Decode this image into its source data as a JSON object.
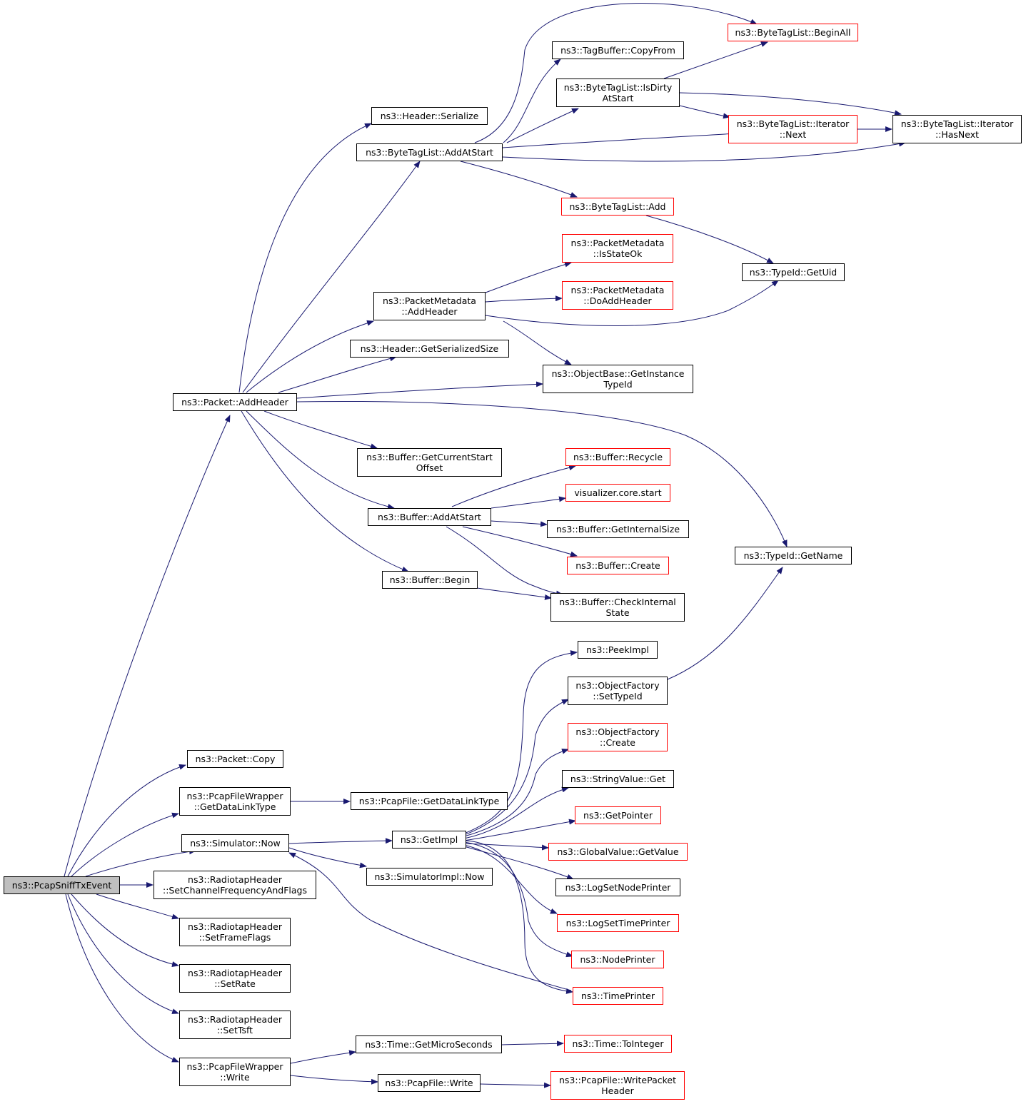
{
  "colors": {
    "edge": "#191970",
    "node_border": "#000000",
    "truncated_border": "#ff0000",
    "root_fill": "#bfbfbf"
  },
  "nodes": {
    "pcap_sniff_tx_event": {
      "lines": [
        "ns3::PcapSniffTxEvent"
      ],
      "style": "root"
    },
    "packet_add_header": {
      "lines": [
        "ns3::Packet::AddHeader"
      ],
      "style": "normal"
    },
    "packet_copy": {
      "lines": [
        "ns3::Packet::Copy"
      ],
      "style": "normal"
    },
    "pcapfilewrapper_getdatalinktype": {
      "lines": [
        "ns3::PcapFileWrapper",
        "::GetDataLinkType"
      ],
      "style": "normal"
    },
    "simulator_now": {
      "lines": [
        "ns3::Simulator::Now"
      ],
      "style": "normal"
    },
    "radiotap_setchannel": {
      "lines": [
        "ns3::RadiotapHeader",
        "::SetChannelFrequencyAndFlags"
      ],
      "style": "normal"
    },
    "radiotap_setframeflags": {
      "lines": [
        "ns3::RadiotapHeader",
        "::SetFrameFlags"
      ],
      "style": "normal"
    },
    "radiotap_setrate": {
      "lines": [
        "ns3::RadiotapHeader",
        "::SetRate"
      ],
      "style": "normal"
    },
    "radiotap_settsft": {
      "lines": [
        "ns3::RadiotapHeader",
        "::SetTsft"
      ],
      "style": "normal"
    },
    "pcapfilewrapper_write": {
      "lines": [
        "ns3::PcapFileWrapper",
        "::Write"
      ],
      "style": "normal"
    },
    "header_serialize": {
      "lines": [
        "ns3::Header::Serialize"
      ],
      "style": "normal"
    },
    "bytetaglist_addatstart": {
      "lines": [
        "ns3::ByteTagList::AddAtStart"
      ],
      "style": "normal"
    },
    "packetmetadata_addheader": {
      "lines": [
        "ns3::PacketMetadata",
        "::AddHeader"
      ],
      "style": "normal"
    },
    "header_getserializedsize": {
      "lines": [
        "ns3::Header::GetSerializedSize"
      ],
      "style": "normal"
    },
    "buffer_getcurrentstartoffset": {
      "lines": [
        "ns3::Buffer::GetCurrentStart",
        "Offset"
      ],
      "style": "normal"
    },
    "buffer_addatstart": {
      "lines": [
        "ns3::Buffer::AddAtStart"
      ],
      "style": "normal"
    },
    "buffer_begin": {
      "lines": [
        "ns3::Buffer::Begin"
      ],
      "style": "normal"
    },
    "pcapfile_getdatalinktype": {
      "lines": [
        "ns3::PcapFile::GetDataLinkType"
      ],
      "style": "normal"
    },
    "getimpl": {
      "lines": [
        "ns3::GetImpl"
      ],
      "style": "normal"
    },
    "simulatorimpl_now": {
      "lines": [
        "ns3::SimulatorImpl::Now"
      ],
      "style": "normal"
    },
    "time_getmicroseconds": {
      "lines": [
        "ns3::Time::GetMicroSeconds"
      ],
      "style": "normal"
    },
    "pcapfile_write": {
      "lines": [
        "ns3::PcapFile::Write"
      ],
      "style": "normal"
    },
    "tagbuffer_copyfrom": {
      "lines": [
        "ns3::TagBuffer::CopyFrom"
      ],
      "style": "normal"
    },
    "bytetaglist_isdirtyatstart": {
      "lines": [
        "ns3::ByteTagList::IsDirty",
        "AtStart"
      ],
      "style": "normal"
    },
    "bytetaglist_add": {
      "lines": [
        "ns3::ByteTagList::Add"
      ],
      "style": "truncated"
    },
    "packetmetadata_isstateok": {
      "lines": [
        "ns3::PacketMetadata",
        "::IsStateOk"
      ],
      "style": "truncated"
    },
    "packetmetadata_doaddheader": {
      "lines": [
        "ns3::PacketMetadata",
        "::DoAddHeader"
      ],
      "style": "truncated"
    },
    "objectbase_getinstancetypeid": {
      "lines": [
        "ns3::ObjectBase::GetInstance",
        "TypeId"
      ],
      "style": "normal"
    },
    "buffer_recycle": {
      "lines": [
        "ns3::Buffer::Recycle"
      ],
      "style": "truncated"
    },
    "visualizer_core_start": {
      "lines": [
        "visualizer.core.start"
      ],
      "style": "truncated"
    },
    "buffer_getinternalsize": {
      "lines": [
        "ns3::Buffer::GetInternalSize"
      ],
      "style": "normal"
    },
    "buffer_create": {
      "lines": [
        "ns3::Buffer::Create"
      ],
      "style": "truncated"
    },
    "buffer_checkinternalstate": {
      "lines": [
        "ns3::Buffer::CheckInternal",
        "State"
      ],
      "style": "normal"
    },
    "peekimpl": {
      "lines": [
        "ns3::PeekImpl"
      ],
      "style": "normal"
    },
    "objectfactory_settypeid": {
      "lines": [
        "ns3::ObjectFactory",
        "::SetTypeId"
      ],
      "style": "normal"
    },
    "objectfactory_create": {
      "lines": [
        "ns3::ObjectFactory",
        "::Create"
      ],
      "style": "truncated"
    },
    "stringvalue_get": {
      "lines": [
        "ns3::StringValue::Get"
      ],
      "style": "normal"
    },
    "getpointer": {
      "lines": [
        "ns3::GetPointer"
      ],
      "style": "truncated"
    },
    "globalvalue_getvalue": {
      "lines": [
        "ns3::GlobalValue::GetValue"
      ],
      "style": "truncated"
    },
    "logsetnodeprinter": {
      "lines": [
        "ns3::LogSetNodePrinter"
      ],
      "style": "normal"
    },
    "logsettimeprinter": {
      "lines": [
        "ns3::LogSetTimePrinter"
      ],
      "style": "truncated"
    },
    "nodeprinter": {
      "lines": [
        "ns3::NodePrinter"
      ],
      "style": "truncated"
    },
    "timeprinter": {
      "lines": [
        "ns3::TimePrinter"
      ],
      "style": "truncated"
    },
    "time_tointeger": {
      "lines": [
        "ns3::Time::ToInteger"
      ],
      "style": "truncated"
    },
    "pcapfile_writepacketheader": {
      "lines": [
        "ns3::PcapFile::WritePacket",
        "Header"
      ],
      "style": "truncated"
    },
    "bytetaglist_beginall": {
      "lines": [
        "ns3::ByteTagList::BeginAll"
      ],
      "style": "truncated"
    },
    "bytetaglist_iterator_next": {
      "lines": [
        "ns3::ByteTagList::Iterator",
        "::Next"
      ],
      "style": "truncated"
    },
    "bytetaglist_iterator_hasnext": {
      "lines": [
        "ns3::ByteTagList::Iterator",
        "::HasNext"
      ],
      "style": "normal"
    },
    "typeid_getuid": {
      "lines": [
        "ns3::TypeId::GetUid"
      ],
      "style": "normal"
    },
    "typeid_getname": {
      "lines": [
        "ns3::TypeId::GetName"
      ],
      "style": "normal"
    }
  }
}
